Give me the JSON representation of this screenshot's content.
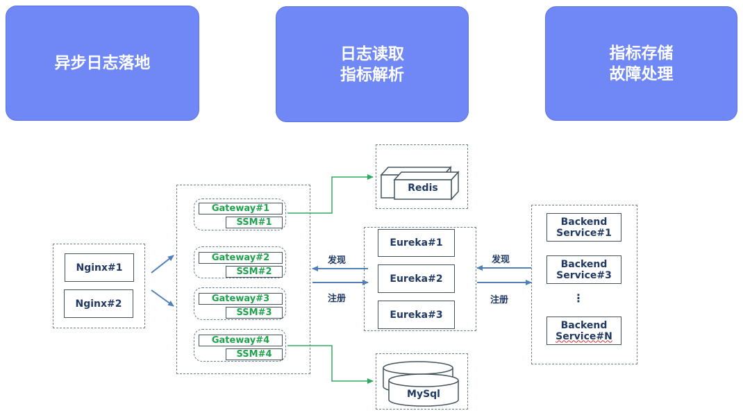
{
  "phases": [
    {
      "line1": "异步日志落地",
      "line2": ""
    },
    {
      "line1": "日志读取",
      "line2": "指标解析"
    },
    {
      "line1": "指标存储",
      "line2": "故障处理"
    }
  ],
  "nginx": [
    "Nginx#1",
    "Nginx#2"
  ],
  "gateways": [
    {
      "gateway": "Gateway#1",
      "ssm": "SSM#1"
    },
    {
      "gateway": "Gateway#2",
      "ssm": "SSM#2"
    },
    {
      "gateway": "Gateway#3",
      "ssm": "SSM#3"
    },
    {
      "gateway": "Gateway#4",
      "ssm": "SSM#4"
    }
  ],
  "redis": "Redis",
  "mysql": "MySql",
  "eureka": [
    "Eureka#1",
    "Eureka#2",
    "Eureka#3"
  ],
  "left_links": {
    "discover": "发现",
    "register": "注册"
  },
  "right_links": {
    "discover": "发现",
    "register": "注册"
  },
  "backend": [
    {
      "line1": "Backend",
      "line2": "Service#1"
    },
    {
      "line1": "Backend",
      "line2": "Service#3"
    },
    {
      "line1": "Backend",
      "line2": "Service#N"
    }
  ],
  "ellipsis": "⋮",
  "colors": {
    "phase": "#6f88f6",
    "green": "#1ea34c",
    "arrow": "#4f7fb8",
    "text": "#1f3864"
  }
}
